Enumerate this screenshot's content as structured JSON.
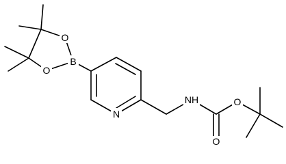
{
  "molecule": {
    "atoms": {
      "o_ring_top": "O",
      "o_ring_bottom": "O",
      "boron": "B",
      "nitrogen_ring": "N",
      "amine": "NH",
      "ester_oxygen": "O",
      "carbonyl_oxygen": "O"
    },
    "colors": {
      "line": "#000000",
      "background": "#ffffff"
    }
  }
}
